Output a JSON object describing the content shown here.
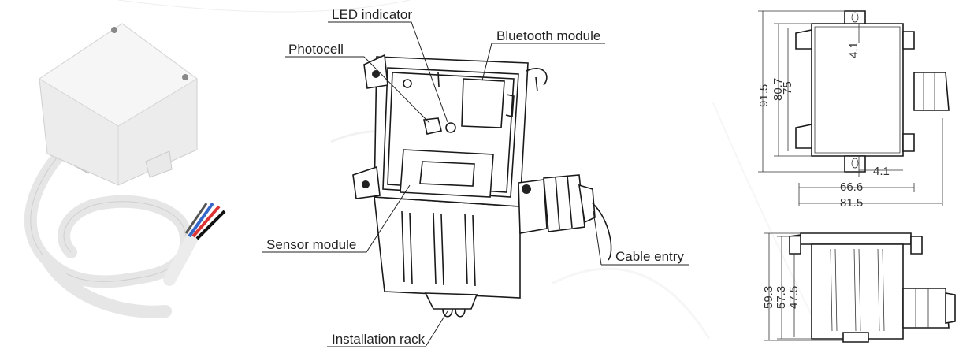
{
  "callouts": {
    "led_indicator": "LED indicator",
    "photocell": "Photocell",
    "bluetooth_module": "Bluetooth module",
    "sensor_module": "Sensor module",
    "cable_entry": "Cable entry",
    "installation_rack": "Installation rack"
  },
  "front_view_dims": {
    "total_height": "91.5",
    "body_height": "80.7",
    "inner_height": "75",
    "tab_offset_top": "4.1",
    "tab_offset_bottom": "4.1",
    "inner_width": "66.6",
    "total_width": "81.5"
  },
  "side_view_dims": {
    "total_height": "59.3",
    "body_height": "57.3",
    "inner_height": "47.5"
  },
  "colors": {
    "line": "#1a1a1a",
    "housing_photo": "#ececec",
    "cable_photo": "#f2f2f2",
    "wire_red": "#d33",
    "wire_blue": "#3567c9",
    "wire_black": "#111111"
  }
}
